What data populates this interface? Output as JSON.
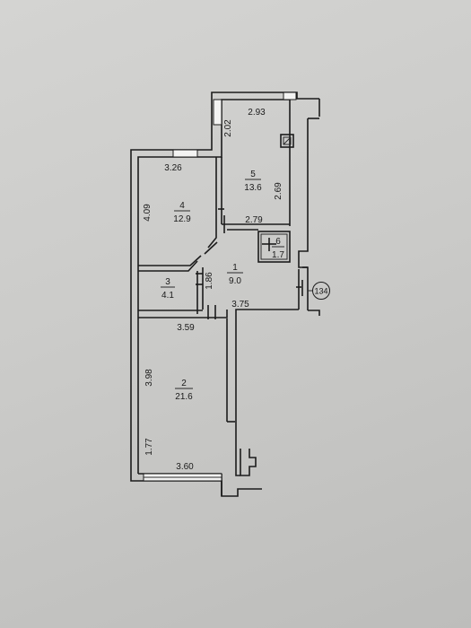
{
  "rooms": [
    {
      "id": "1",
      "number": "1",
      "area": "9.0"
    },
    {
      "id": "2",
      "number": "2",
      "area": "21.6"
    },
    {
      "id": "3",
      "number": "3",
      "area": "4.1"
    },
    {
      "id": "4",
      "number": "4",
      "area": "12.9"
    },
    {
      "id": "5",
      "number": "5",
      "area": "13.6"
    },
    {
      "id": "6",
      "number": "6",
      "area": "1.7"
    }
  ],
  "dimensions": {
    "r5_top": "2.93",
    "r5_left": "2.02",
    "r5_right": "2.69",
    "r4_top": "3.26",
    "r4_left": "4.09",
    "corridor_top": "2.79",
    "r1_left": "1.86",
    "r1_bottom": "3.75",
    "r2_top": "3.59",
    "r2_left": "3.98",
    "r2_left_lower": "1.77",
    "r2_bottom": "3.60"
  },
  "apartment_number": "134",
  "colors": {
    "wall": "#1c1c1c",
    "paper": "#cbcbc9"
  }
}
